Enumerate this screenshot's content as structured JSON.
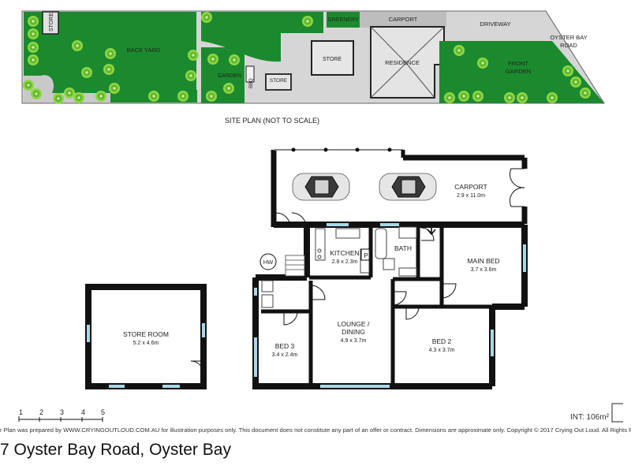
{
  "site_plan": {
    "caption": "SITE PLAN (NOT TO SCALE)",
    "labels": {
      "store_left": "STORE",
      "back_yard": "BACK YARD",
      "garden": "GARDEN",
      "bbq": "BBQ",
      "store_small": "STORE",
      "greenery": "GREENERY",
      "carport": "CARPORT",
      "store_mid": "STORE",
      "residence": "RESIDENCE",
      "driveway": "DRIVEWAY",
      "oyster_bay_road_line1": "OYSTER BAY",
      "oyster_bay_road_line2": "ROAD",
      "front_garden_line1": "FRONT",
      "front_garden_line2": "GARDEN"
    }
  },
  "floor_plan": {
    "carport": {
      "name": "CARPORT",
      "dims": "2.9 x 11.0m"
    },
    "kitchen": {
      "name": "KITCHEN",
      "dims": "2.8 x 2.3m"
    },
    "pantry": "P",
    "bath": "BATH",
    "hot_water": "HW",
    "main_bed": {
      "name": "MAIN BED",
      "dims": "3.7 x 3.6m"
    },
    "lounge": {
      "name_line1": "LOUNGE /",
      "name_line2": "DINING",
      "dims": "4.9 x 3.7m"
    },
    "bed2": {
      "name": "BED 2",
      "dims": "4.3 x 3.7m"
    },
    "bed3": {
      "name": "BED 3",
      "dims": "3.4 x 2.4m"
    },
    "store_room": {
      "name": "STORE ROOM",
      "dims": "5.2 x 4.6m"
    }
  },
  "scale_bar": {
    "labels": [
      "1",
      "2",
      "3",
      "4",
      "5"
    ]
  },
  "internal_area": "INT: 106m²",
  "disclaimer": "r Plan was prepared by WWW.CRYINGOUTLOUD.COM.AU for illustration purposes only. This document does not constitute any part of an offer or contract. Dimensions are approximate only. Copyright © 2017 Crying Out Loud. All Rights Rese",
  "address": "7 Oyster Bay Road, Oyster Bay",
  "colors": {
    "lawn": "#1b8a2e",
    "tree": "#7dcf3a",
    "paving": "#d4d4d4",
    "wall": "#111111",
    "window": "#a8d8e8"
  }
}
